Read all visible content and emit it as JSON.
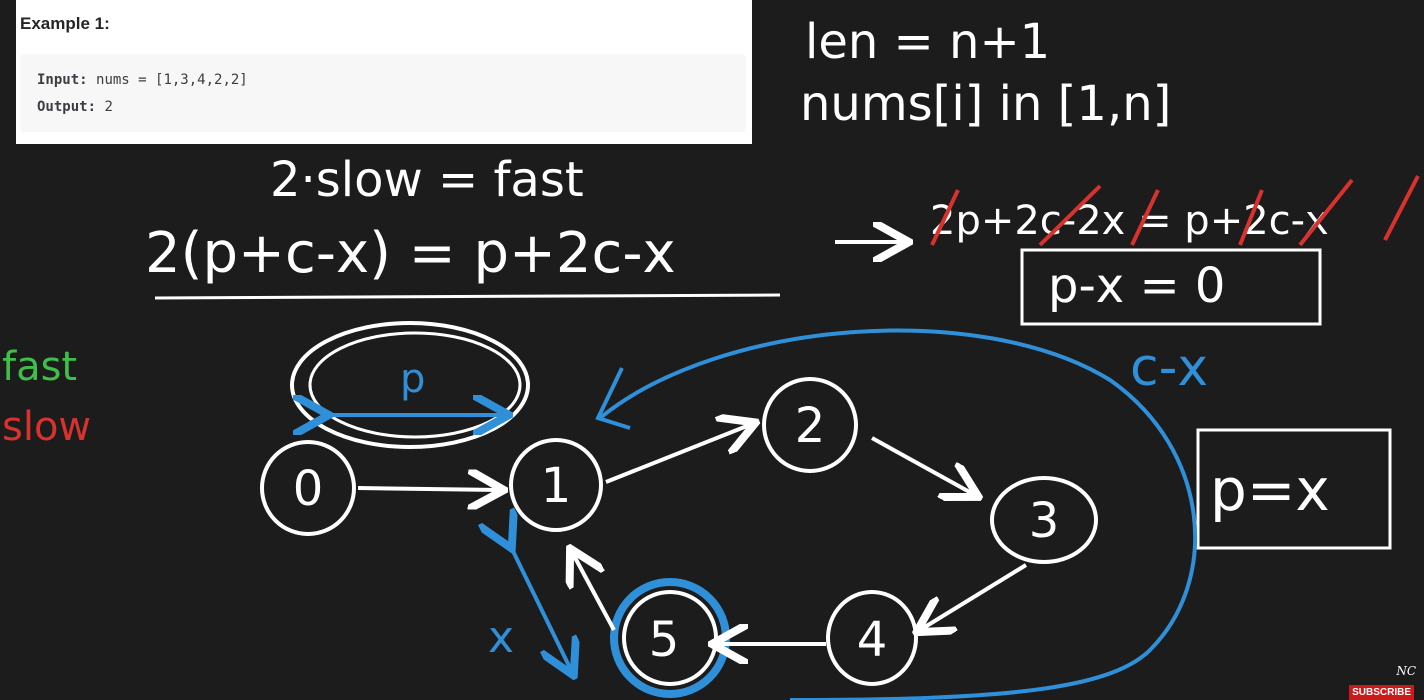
{
  "example": {
    "title": "Example 1:",
    "input_label": "Input:",
    "input_value": "nums = [1,3,4,2,2]",
    "output_label": "Output:",
    "output_value": "2"
  },
  "notes": {
    "constraint_len": "len = n+1",
    "constraint_range": "nums[i] in [1,n]",
    "eq_speed": "2·slow = fast",
    "eq_main": "2(p+c-x) = p+2c-x",
    "eq_simplified": "2p+2c-2x = p+2c-x",
    "eq_result": "p-x = 0",
    "eq_final": "p=x",
    "label_cx": "c-x",
    "label_fast": "fast",
    "label_slow": "slow",
    "label_p": "p",
    "label_x": "x"
  },
  "nodes": [
    "0",
    "1",
    "2",
    "3",
    "4",
    "5"
  ],
  "colors": {
    "chalk": "#ffffff",
    "blue": "#2f8fd8",
    "red": "#d8322e",
    "green": "#3fbf4a",
    "board": "#1c1c1c"
  },
  "branding": {
    "watermark": "NC",
    "subscribe": "SUBSCRIBE"
  }
}
